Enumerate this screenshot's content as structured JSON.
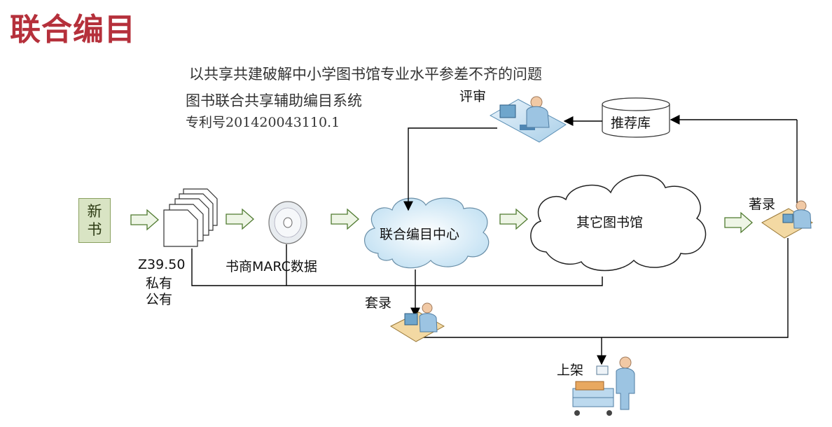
{
  "title": "联合编目",
  "subtitle": "以共享共建破解中小学图书馆专业水平参差不齐的问题",
  "system_name": "图书联合共享辅助编目系统",
  "patent": "专利号201420043110.1",
  "nodes": {
    "new_book_line1": "新",
    "new_book_line2": "书",
    "protocols": [
      "Z39.50",
      "私有",
      "公有"
    ],
    "vendor": "书商MARC数据",
    "center": "联合编目中心",
    "other_libraries": "其它图书馆",
    "recommend_db": "推荐库",
    "review": "评审",
    "cataloging": "著录",
    "copy_cataloging": "套录",
    "shelving": "上架"
  },
  "colors": {
    "title": "#b5303b",
    "arrow_fill": "#eef5e6",
    "arrow_stroke": "#4f7a2f",
    "cloud_blue": "#cfe6f5"
  }
}
